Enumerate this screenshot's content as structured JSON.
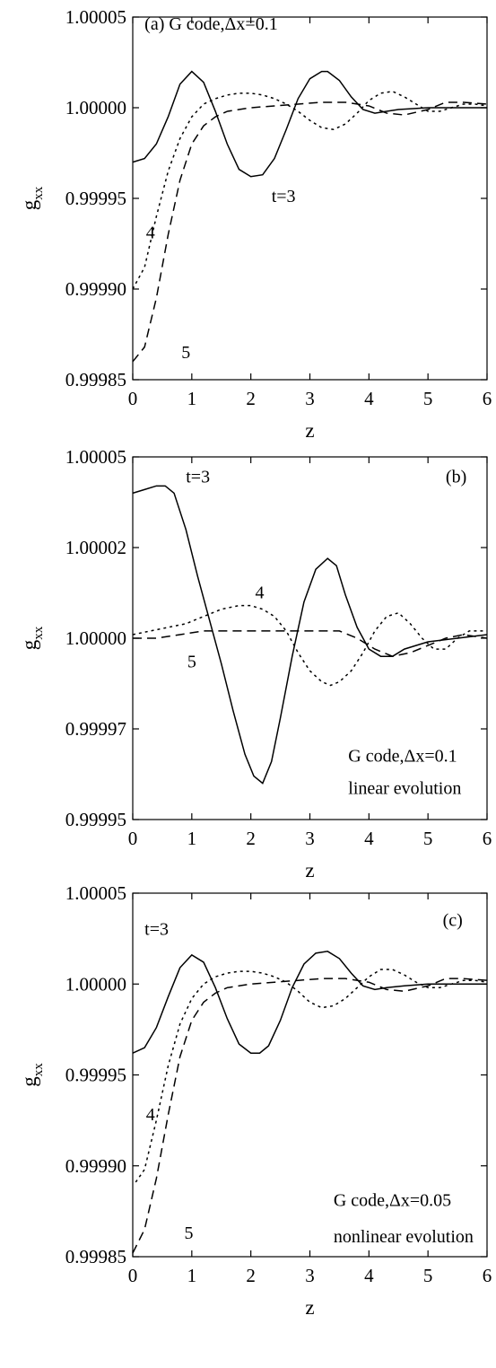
{
  "chart_data": [
    {
      "type": "line",
      "panel": "a",
      "xlabel": "z",
      "ylabel": "g",
      "ylabel_subscript": "xx",
      "xlim": [
        0,
        6
      ],
      "ylim": [
        0.99985,
        1.00005
      ],
      "xticks": [
        "0",
        "1",
        "2",
        "3",
        "4",
        "5",
        "6"
      ],
      "yticks": [
        "0.99985",
        "0.99990",
        "0.99995",
        "1.00000",
        "1.00005"
      ],
      "ytick_values": [
        0.99985,
        0.9999,
        0.99995,
        1.0,
        1.00005
      ],
      "annotations": [
        {
          "text": "(a) G code,Δx=0.1",
          "x": 0.2,
          "y": 1.000043,
          "anchor": "start"
        },
        {
          "text": "t=3",
          "x": 2.35,
          "y": 0.999948,
          "anchor": "start"
        },
        {
          "text": "4",
          "x": 0.3,
          "y": 0.999928,
          "anchor": "middle"
        },
        {
          "text": "5",
          "x": 0.9,
          "y": 0.999862,
          "anchor": "middle"
        }
      ],
      "series": [
        {
          "label": "t=3",
          "dash": "none",
          "x": [
            0,
            0.2,
            0.4,
            0.6,
            0.8,
            1.0,
            1.2,
            1.4,
            1.6,
            1.8,
            2.0,
            2.2,
            2.4,
            2.6,
            2.8,
            3.0,
            3.2,
            3.3,
            3.5,
            3.7,
            3.9,
            4.1,
            4.3,
            4.5,
            5.0,
            5.5,
            6.0
          ],
          "y": [
            0.99997,
            0.999972,
            0.99998,
            0.999995,
            1.000013,
            1.00002,
            1.000014,
            0.999998,
            0.99998,
            0.999966,
            0.999962,
            0.999963,
            0.999972,
            0.999988,
            1.000005,
            1.000016,
            1.00002,
            1.00002,
            1.000015,
            1.000006,
            0.999999,
            0.999997,
            0.999998,
            0.999999,
            1.0,
            1.0,
            1.0
          ]
        },
        {
          "label": "4",
          "dash": "3,4",
          "x": [
            0,
            0.2,
            0.4,
            0.6,
            0.8,
            1.0,
            1.2,
            1.4,
            1.6,
            1.8,
            2.0,
            2.2,
            2.4,
            2.6,
            2.8,
            3.0,
            3.2,
            3.4,
            3.6,
            3.8,
            4.0,
            4.2,
            4.4,
            4.6,
            4.8,
            5.0,
            5.2,
            5.4,
            5.6,
            5.8,
            6.0
          ],
          "y": [
            0.9999,
            0.999912,
            0.99994,
            0.999965,
            0.999983,
            0.999995,
            1.000002,
            1.000005,
            1.000007,
            1.000008,
            1.000008,
            1.000007,
            1.000005,
            1.000002,
            0.999998,
            0.999993,
            0.999989,
            0.999988,
            0.999991,
            0.999997,
            1.000004,
            1.000008,
            1.000009,
            1.000006,
            1.000002,
            0.999998,
            0.999998,
            1.0,
            1.000002,
            1.000002,
            1.000001
          ]
        },
        {
          "label": "5",
          "dash": "10,6",
          "x": [
            0,
            0.2,
            0.4,
            0.6,
            0.8,
            1.0,
            1.2,
            1.4,
            1.6,
            1.8,
            2.0,
            2.4,
            2.8,
            3.2,
            3.6,
            4.0,
            4.3,
            4.6,
            5.0,
            5.3,
            5.6,
            6.0
          ],
          "y": [
            0.99986,
            0.999868,
            0.999895,
            0.99993,
            0.99996,
            0.99998,
            0.99999,
            0.999995,
            0.999998,
            0.999999,
            1.0,
            1.000001,
            1.000002,
            1.000003,
            1.000003,
            1.000001,
            0.999997,
            0.999996,
            0.999999,
            1.000003,
            1.000003,
            1.000002
          ]
        }
      ]
    },
    {
      "type": "line",
      "panel": "b",
      "xlabel": "z",
      "ylabel": "g",
      "ylabel_subscript": "xx",
      "xlim": [
        0,
        6
      ],
      "ylim": [
        0.99995,
        1.00005
      ],
      "xticks": [
        "0",
        "1",
        "2",
        "3",
        "4",
        "5",
        "6"
      ],
      "yticks": [
        "0.99995",
        "0.99997",
        "1.00000",
        "1.00002",
        "1.00005"
      ],
      "ytick_values": [
        0.99995,
        0.999975,
        1.0,
        1.000025,
        1.00005
      ],
      "annotations": [
        {
          "text": "t=3",
          "x": 0.9,
          "y": 1.000043,
          "anchor": "start"
        },
        {
          "text": "(b)",
          "x": 5.3,
          "y": 1.000043,
          "anchor": "start"
        },
        {
          "text": "4",
          "x": 2.15,
          "y": 1.000011,
          "anchor": "middle"
        },
        {
          "text": "5",
          "x": 1.0,
          "y": 0.999992,
          "anchor": "middle"
        },
        {
          "text": "G code,Δx=0.1",
          "x": 3.65,
          "y": 0.999966,
          "anchor": "start"
        },
        {
          "text": "linear evolution",
          "x": 3.65,
          "y": 0.999957,
          "anchor": "start"
        }
      ],
      "series": [
        {
          "label": "t=3",
          "dash": "none",
          "x": [
            0,
            0.2,
            0.4,
            0.55,
            0.7,
            0.9,
            1.1,
            1.3,
            1.5,
            1.7,
            1.9,
            2.05,
            2.2,
            2.35,
            2.5,
            2.7,
            2.9,
            3.1,
            3.3,
            3.45,
            3.6,
            3.8,
            4.0,
            4.2,
            4.4,
            4.6,
            5.0,
            5.5,
            6.0
          ],
          "y": [
            1.00004,
            1.000041,
            1.000042,
            1.000042,
            1.00004,
            1.00003,
            1.000017,
            1.000005,
            0.999993,
            0.99998,
            0.999968,
            0.999962,
            0.99996,
            0.999966,
            0.999978,
            0.999995,
            1.00001,
            1.000019,
            1.000022,
            1.00002,
            1.000012,
            1.000003,
            0.999997,
            0.999995,
            0.999995,
            0.999997,
            0.999999,
            1.0,
            1.000001
          ]
        },
        {
          "label": "4",
          "dash": "3,4",
          "x": [
            0,
            0.3,
            0.6,
            0.9,
            1.2,
            1.5,
            1.8,
            2.0,
            2.2,
            2.4,
            2.6,
            2.8,
            3.0,
            3.2,
            3.35,
            3.5,
            3.7,
            3.9,
            4.1,
            4.3,
            4.5,
            4.7,
            4.9,
            5.1,
            5.3,
            5.5,
            5.7,
            5.9,
            6.0
          ],
          "y": [
            1.000001,
            1.000002,
            1.000003,
            1.000004,
            1.000006,
            1.000008,
            1.000009,
            1.000009,
            1.000008,
            1.000006,
            1.000002,
            0.999996,
            0.999991,
            0.999988,
            0.999987,
            0.999988,
            0.999991,
            0.999996,
            1.000002,
            1.000006,
            1.000007,
            1.000004,
            1.0,
            0.999997,
            0.999997,
            1.0,
            1.000002,
            1.000002,
            1.000002
          ]
        },
        {
          "label": "5",
          "dash": "10,6",
          "x": [
            0,
            0.4,
            0.8,
            1.2,
            1.6,
            2.0,
            2.4,
            2.8,
            3.2,
            3.5,
            3.8,
            4.1,
            4.4,
            4.7,
            5.0,
            5.3,
            5.6,
            6.0
          ],
          "y": [
            1.0,
            1.0,
            1.000001,
            1.000002,
            1.000002,
            1.000002,
            1.000002,
            1.000002,
            1.000002,
            1.000002,
            1.0,
            0.999997,
            0.999995,
            0.999996,
            0.999998,
            1.0,
            1.000001,
            1.0
          ]
        }
      ]
    },
    {
      "type": "line",
      "panel": "c",
      "xlabel": "z",
      "ylabel": "g",
      "ylabel_subscript": "xx",
      "xlim": [
        0,
        6
      ],
      "ylim": [
        0.99985,
        1.00005
      ],
      "xticks": [
        "0",
        "1",
        "2",
        "3",
        "4",
        "5",
        "6"
      ],
      "yticks": [
        "0.99985",
        "0.99990",
        "0.99995",
        "1.00000",
        "1.00005"
      ],
      "ytick_values": [
        0.99985,
        0.9999,
        0.99995,
        1.0,
        1.00005
      ],
      "annotations": [
        {
          "text": "t=3",
          "x": 0.2,
          "y": 1.000027,
          "anchor": "start"
        },
        {
          "text": "(c)",
          "x": 5.25,
          "y": 1.000032,
          "anchor": "start"
        },
        {
          "text": "4",
          "x": 0.3,
          "y": 0.999925,
          "anchor": "middle"
        },
        {
          "text": "5",
          "x": 0.95,
          "y": 0.99986,
          "anchor": "middle"
        },
        {
          "text": "G code,Δx=0.05",
          "x": 3.4,
          "y": 0.999878,
          "anchor": "start"
        },
        {
          "text": "nonlinear evolution",
          "x": 3.4,
          "y": 0.999858,
          "anchor": "start"
        }
      ],
      "series": [
        {
          "label": "t=3",
          "dash": "none",
          "x": [
            0,
            0.2,
            0.4,
            0.6,
            0.8,
            1.0,
            1.2,
            1.4,
            1.6,
            1.8,
            2.0,
            2.15,
            2.3,
            2.5,
            2.7,
            2.9,
            3.1,
            3.3,
            3.5,
            3.7,
            3.9,
            4.1,
            4.3,
            4.6,
            5.0,
            5.5,
            6.0
          ],
          "y": [
            0.999962,
            0.999965,
            0.999976,
            0.999993,
            1.000009,
            1.000016,
            1.000012,
            0.999998,
            0.999981,
            0.999967,
            0.999962,
            0.999962,
            0.999966,
            0.99998,
            0.999998,
            1.000011,
            1.000017,
            1.000018,
            1.000014,
            1.000006,
            0.999999,
            0.999997,
            0.999998,
            0.999999,
            1.0,
            1.0,
            1.0
          ]
        },
        {
          "label": "4",
          "dash": "3,4",
          "x": [
            0.05,
            0.2,
            0.4,
            0.6,
            0.8,
            1.0,
            1.2,
            1.4,
            1.6,
            1.8,
            2.0,
            2.2,
            2.4,
            2.6,
            2.8,
            3.0,
            3.2,
            3.4,
            3.6,
            3.8,
            4.0,
            4.2,
            4.4,
            4.6,
            4.8,
            5.0,
            5.2,
            5.4,
            5.6,
            5.8,
            6.0
          ],
          "y": [
            0.999891,
            0.999898,
            0.999925,
            0.999955,
            0.999978,
            0.999992,
            1.0,
            1.000004,
            1.000006,
            1.000007,
            1.000007,
            1.000006,
            1.000004,
            1.000001,
            0.999996,
            0.99999,
            0.999987,
            0.999988,
            0.999992,
            0.999998,
            1.000004,
            1.000008,
            1.000008,
            1.000005,
            1.000001,
            0.999998,
            0.999998,
            1.0,
            1.000002,
            1.000002,
            1.000001
          ]
        },
        {
          "label": "5",
          "dash": "10,6",
          "x": [
            0,
            0.2,
            0.4,
            0.6,
            0.8,
            1.0,
            1.2,
            1.4,
            1.6,
            1.8,
            2.0,
            2.4,
            2.8,
            3.2,
            3.6,
            4.0,
            4.3,
            4.6,
            5.0,
            5.3,
            5.6,
            6.0
          ],
          "y": [
            0.999852,
            0.999865,
            0.999893,
            0.999928,
            0.99996,
            0.99998,
            0.99999,
            0.999995,
            0.999998,
            0.999999,
            1.0,
            1.000001,
            1.000002,
            1.000003,
            1.000003,
            1.000001,
            0.999997,
            0.999996,
            0.999999,
            1.000003,
            1.000003,
            1.000002
          ]
        }
      ]
    }
  ]
}
